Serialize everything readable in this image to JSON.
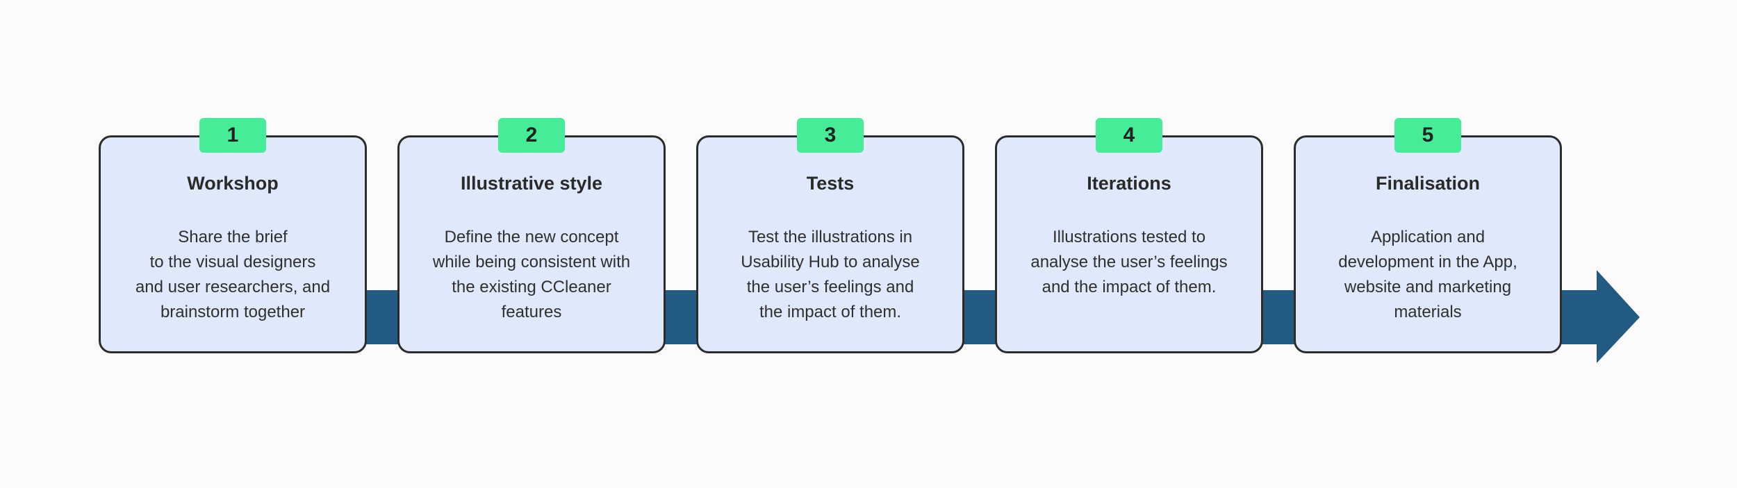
{
  "diagram": {
    "colors": {
      "background": "#fbfbfb",
      "card_fill": "#dfe9fb",
      "card_border": "#2c2c2c",
      "badge": "#47ec98",
      "arrow": "#225a82"
    },
    "steps": [
      {
        "number": "1",
        "title": "Workshop",
        "lines": [
          "Share the brief",
          "to the visual designers",
          "and user researchers, and",
          "brainstorm together"
        ]
      },
      {
        "number": "2",
        "title": "Illustrative style",
        "lines": [
          "Define the new concept",
          "while being consistent with",
          "the existing CCleaner",
          "features"
        ]
      },
      {
        "number": "3",
        "title": "Tests",
        "lines": [
          "Test the illustrations in",
          "Usability Hub to analyse",
          "the user’s feelings and",
          "the impact of them."
        ]
      },
      {
        "number": "4",
        "title": "Iterations",
        "lines": [
          "Illustrations tested to",
          "analyse the user’s feelings",
          "and the impact of them."
        ]
      },
      {
        "number": "5",
        "title": "Finalisation",
        "lines": [
          "Application and",
          "development in the App,",
          "website and marketing",
          "materials"
        ]
      }
    ]
  }
}
